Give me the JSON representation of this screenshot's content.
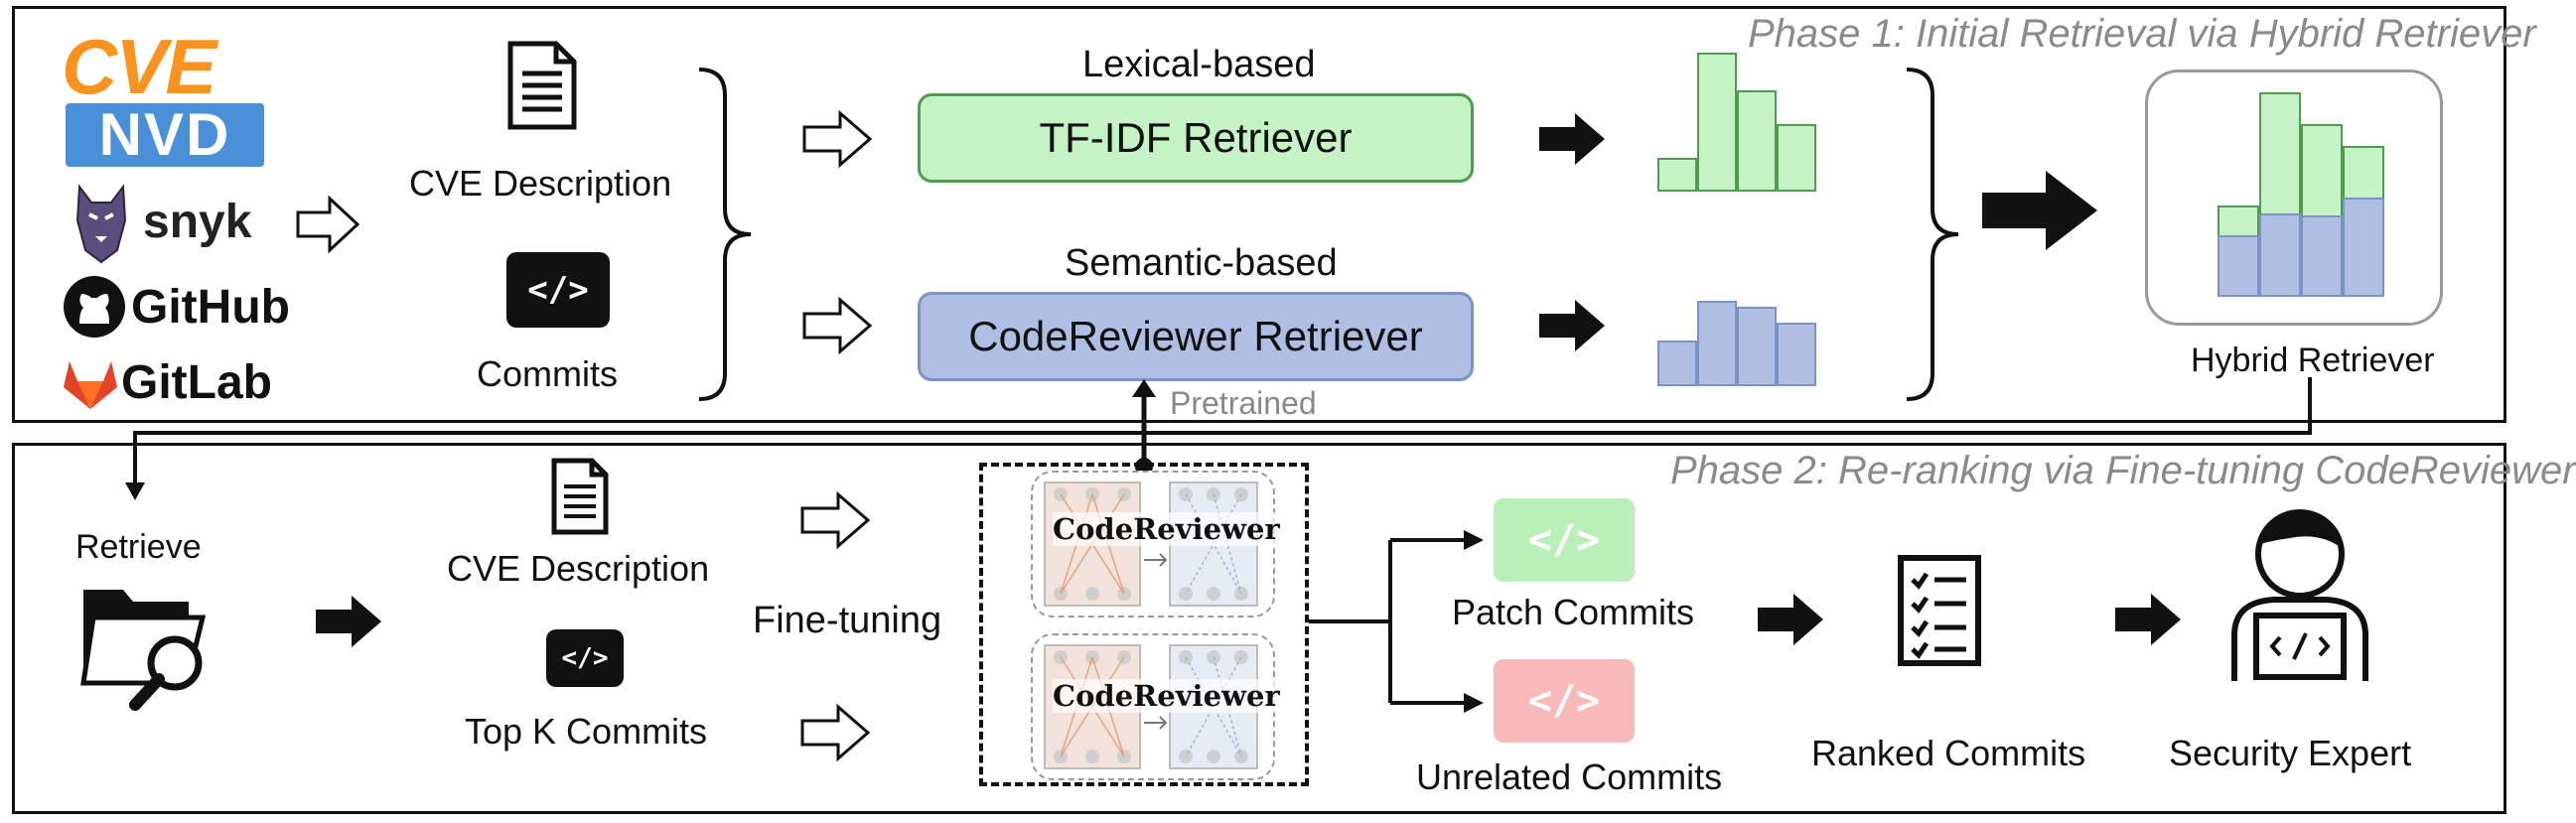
{
  "phase1": {
    "title": "Phase 1: Initial Retrieval  via Hybrid Retriever",
    "sources": {
      "cve": "CVE",
      "nvd": "NVD",
      "snyk": "snyk",
      "github": "GitHub",
      "gitlab": "GitLab"
    },
    "cve_description": "CVE  Description",
    "commits": "Commits",
    "lexical_label": "Lexical-based",
    "tfidf_label": "TF-IDF Retriever",
    "semantic_label": "Semantic-based",
    "codereviewer_label": "CodeReviewer Retriever",
    "pretrained": "Pretrained",
    "hybrid_label": "Hybrid Retriever"
  },
  "phase2": {
    "title": "Phase 2: Re-ranking via Fine-tuning CodeReviewer",
    "retrieve": "Retrieve",
    "cve_description": "CVE  Description",
    "top_k": "Top K Commits",
    "fine_tuning": "Fine-tuning",
    "codereviewer_model_1": "CodeReviewer",
    "codereviewer_model_2": "CodeReviewer",
    "patch_commits": "Patch Commits",
    "unrelated_commits": "Unrelated Commits",
    "ranked_commits": "Ranked Commits",
    "security_expert": "Security Expert"
  },
  "code_glyph": "</>",
  "colors": {
    "lexical_green": "#c6f3c6",
    "semantic_blue": "#aebfe3",
    "patch_green": "#b9f0b9",
    "unrelated_red": "#f8b9b9",
    "cve_orange": "#f7931e",
    "nvd_blue": "#4a90d9",
    "gitlab_orange": "#e24329"
  }
}
